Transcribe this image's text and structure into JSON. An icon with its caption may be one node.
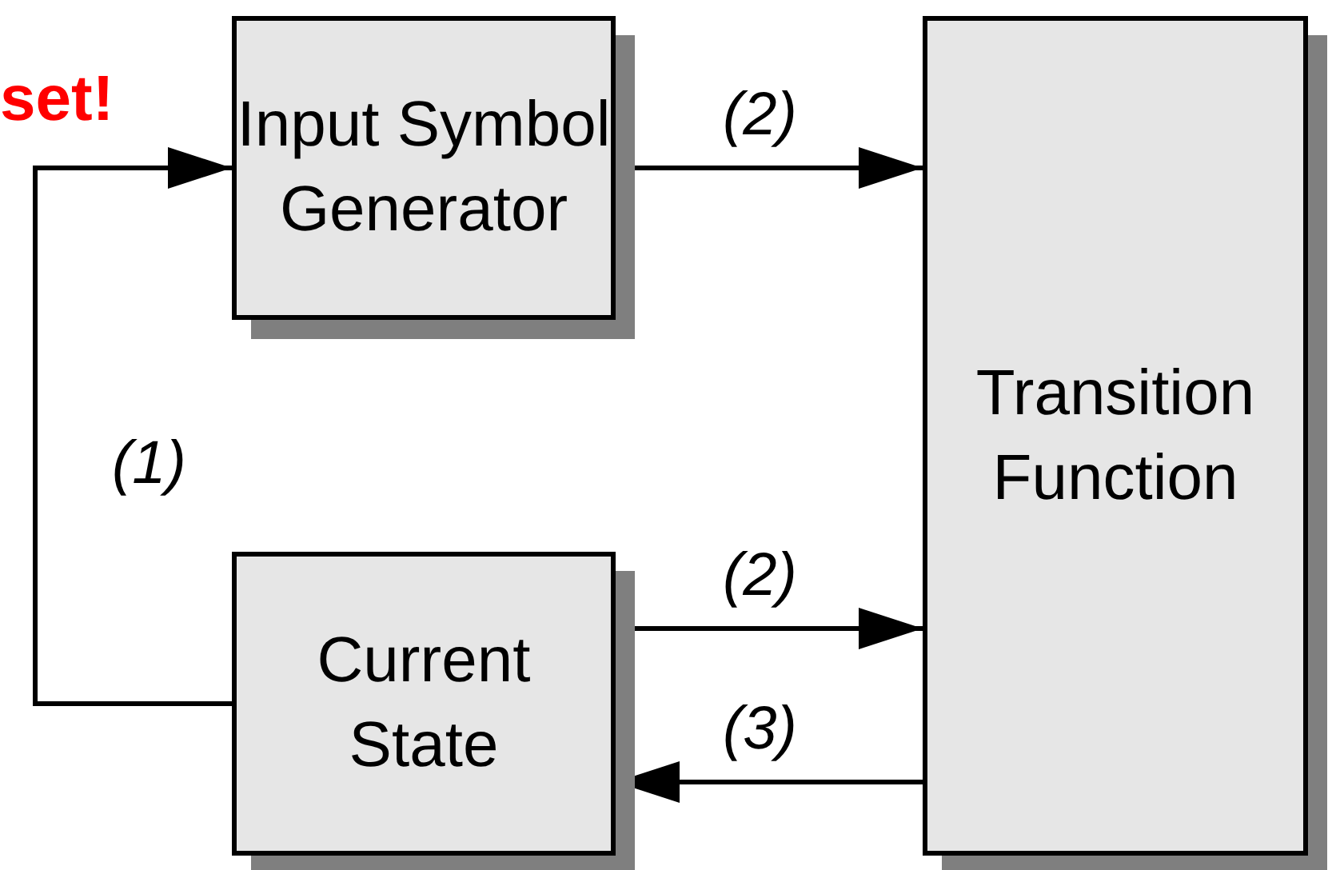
{
  "diagram": {
    "nodes": [
      {
        "text": [
          "Input Symbol Generator"
        ]
      },
      {
        "text": [
          "Transition Function"
        ]
      },
      {
        "text": [
          "Current State"
        ]
      }
    ],
    "edges": [
      {
        "from": 2,
        "to": 0,
        "arrow": "to",
        "label": "(1)"
      },
      {
        "from": 0,
        "to": 1,
        "arrow": "to",
        "label": "(2)"
      },
      {
        "from": 2,
        "to": 1,
        "arrow": "to",
        "label": "(2)"
      },
      {
        "from": 1,
        "to": 2,
        "arrow": "to",
        "label": "(3)"
      }
    ],
    "labels": [
      "set!"
    ]
  }
}
